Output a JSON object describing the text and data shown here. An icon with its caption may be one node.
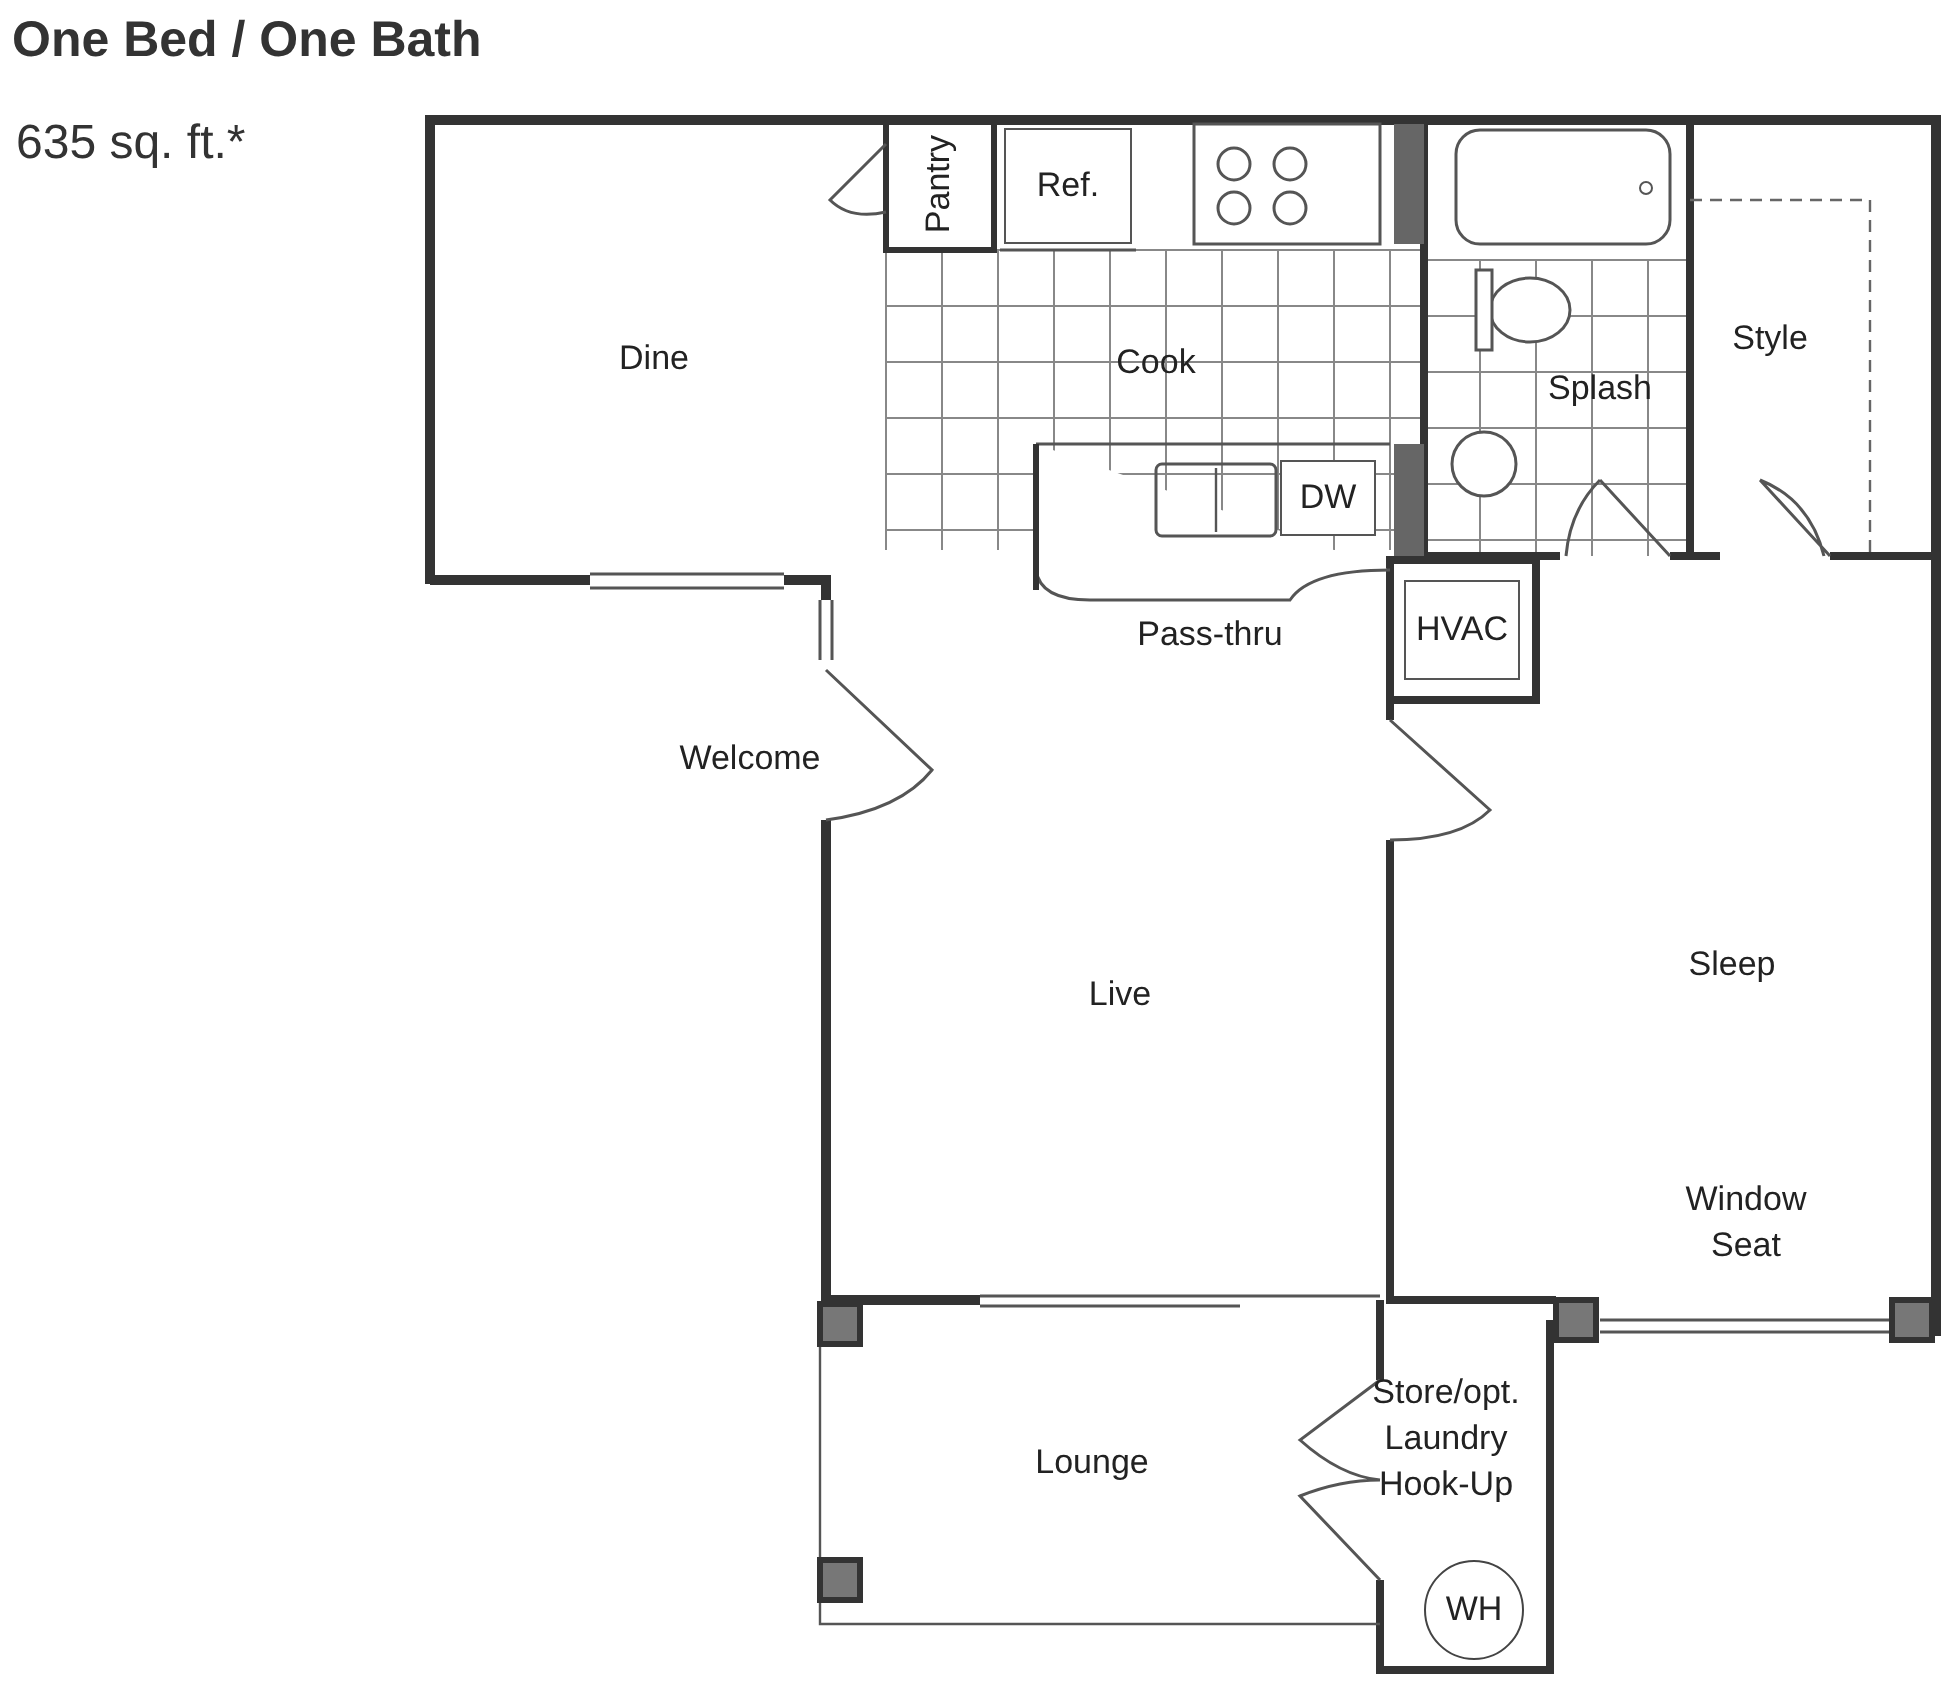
{
  "diagram": {
    "title": "One Bed / One Bath",
    "nodes": [
      {
        "text": [
          "Dine"
        ]
      },
      {
        "text": [
          "Pantry"
        ]
      },
      {
        "text": [
          "Ref."
        ]
      },
      {
        "text": [
          "Cook"
        ]
      },
      {
        "text": [
          "DW"
        ],
        "in": 3
      },
      {
        "text": [
          "Splash"
        ]
      },
      {
        "text": [
          "Style"
        ]
      },
      {
        "text": [
          "HVAC"
        ]
      },
      {
        "text": [
          "Live"
        ]
      },
      {
        "text": [
          "Sleep"
        ]
      },
      {
        "text": [
          "Lounge"
        ]
      },
      {
        "text": [
          "Store/opt. Laundry Hook-Up"
        ]
      },
      {
        "text": [
          "WH"
        ],
        "in": 11
      }
    ],
    "labels": [
      "635 sq. ft.*",
      "Pass-thru",
      "Welcome",
      "Window Seat"
    ]
  }
}
